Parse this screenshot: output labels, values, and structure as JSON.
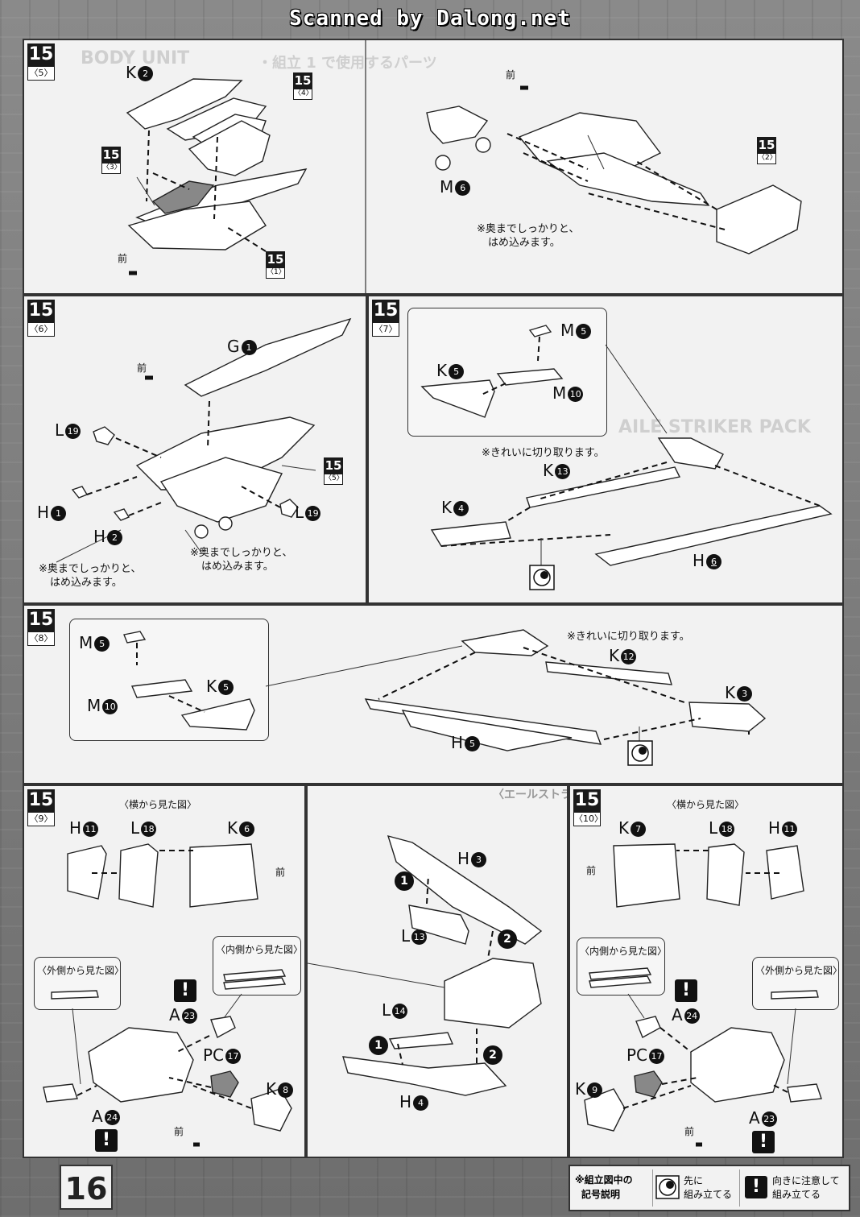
{
  "watermark": "Scanned by Dalong.net",
  "page_number": "16",
  "background_text": {
    "body_unit": "BODY UNIT",
    "parts_used": "・組立 1 で使用するパーツ",
    "aile_striker": "AILE STRIKER PACK",
    "aile_assembly": "〈エールストライカーパックの組立〉"
  },
  "steps": {
    "s5": {
      "badge": "15",
      "sub": "〈5〉",
      "refs": [
        {
          "num": "15",
          "sub": "〈4〉"
        },
        {
          "num": "15",
          "sub": "〈3〉"
        },
        {
          "num": "15",
          "sub": "〈1〉"
        },
        {
          "num": "15",
          "sub": "〈2〉"
        }
      ],
      "labels": {
        "k2_letter": "K",
        "k2_num": "2",
        "m6_letter": "M",
        "m6_num": "6"
      },
      "front": "前",
      "note": [
        "※奥までしっかりと、",
        "はめ込みます。"
      ]
    },
    "s6": {
      "badge": "15",
      "sub": "〈6〉",
      "ref": {
        "num": "15",
        "sub": "〈5〉"
      },
      "labels": {
        "g1_letter": "G",
        "g1_num": "1",
        "l19a_letter": "L",
        "l19a_num": "19",
        "h1_letter": "H",
        "h1_num": "1",
        "h2_letter": "H",
        "h2_num": "2",
        "l19b_letter": "L",
        "l19b_num": "19"
      },
      "front": "前",
      "note_left": [
        "※奥までしっかりと、",
        "はめ込みます。"
      ],
      "note_right": [
        "※奥までしっかりと、",
        "はめ込みます。"
      ]
    },
    "s7": {
      "badge": "15",
      "sub": "〈7〉",
      "labels": {
        "m5_letter": "M",
        "m5_num": "5",
        "k5_letter": "K",
        "k5_num": "5",
        "m10_letter": "M",
        "m10_num": "10",
        "k13_letter": "K",
        "k13_num": "13",
        "k4_letter": "K",
        "k4_num": "4",
        "h6_letter": "H",
        "h6_num": "6"
      },
      "note": "※きれいに切り取ります。"
    },
    "s8": {
      "badge": "15",
      "sub": "〈8〉",
      "labels": {
        "m5_letter": "M",
        "m5_num": "5",
        "m10_letter": "M",
        "m10_num": "10",
        "k5_letter": "K",
        "k5_num": "5",
        "k12_letter": "K",
        "k12_num": "12",
        "k3_letter": "K",
        "k3_num": "3",
        "h5_letter": "H",
        "h5_num": "5"
      },
      "note": "※きれいに切り取ります。"
    },
    "s9": {
      "badge": "15",
      "sub": "〈9〉",
      "side_view": "〈横から見た図〉",
      "inner_view": "〈内側から見た図〉",
      "outer_view": "〈外側から見た図〉",
      "labels": {
        "h11_letter": "H",
        "h11_num": "11",
        "l18_letter": "L",
        "l18_num": "18",
        "k6_letter": "K",
        "k6_num": "6",
        "a23_letter": "A",
        "a23_num": "23",
        "pc17_letter": "PC",
        "pc17_num": "17",
        "k8_letter": "K",
        "k8_num": "8",
        "a24_letter": "A",
        "a24_num": "24"
      },
      "front": "前"
    },
    "middle": {
      "labels": {
        "h3_letter": "H",
        "h3_num": "3",
        "l13_letter": "L",
        "l13_num": "13",
        "l14_letter": "L",
        "l14_num": "14",
        "h4_letter": "H",
        "h4_num": "4"
      },
      "order": [
        "1",
        "2",
        "1",
        "2"
      ]
    },
    "s10": {
      "badge": "15",
      "sub": "〈10〉",
      "side_view": "〈横から見た図〉",
      "inner_view": "〈内側から見た図〉",
      "outer_view": "〈外側から見た図〉",
      "labels": {
        "k7_letter": "K",
        "k7_num": "7",
        "l18_letter": "L",
        "l18_num": "18",
        "h11_letter": "H",
        "h11_num": "11",
        "a24_letter": "A",
        "a24_num": "24",
        "pc17_letter": "PC",
        "pc17_num": "17",
        "k9_letter": "K",
        "k9_num": "9",
        "a23_letter": "A",
        "a23_num": "23"
      },
      "front": "前"
    }
  },
  "warning_glyph": "!",
  "legend": {
    "title_line1": "※組立図中の",
    "title_line2": "記号説明",
    "item1_line1": "先に",
    "item1_line2": "組み立てる",
    "item2_line1": "向きに注意して",
    "item2_line2": "組み立てる"
  },
  "colors": {
    "panel": "#f2f2f2",
    "ink": "#111111",
    "frame": "#7a7a7a"
  }
}
